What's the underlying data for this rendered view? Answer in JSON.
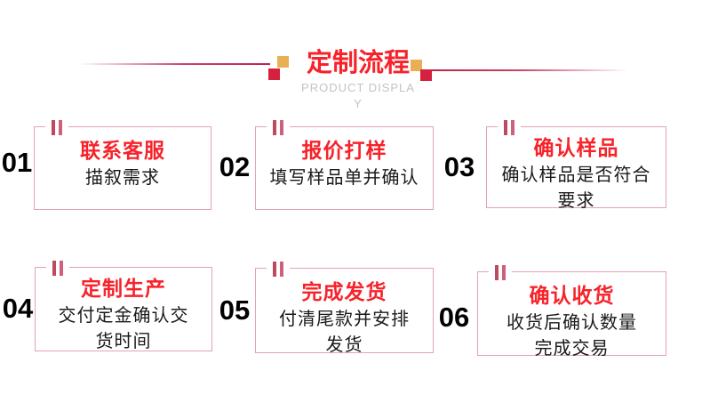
{
  "header": {
    "title": "定制流程",
    "subtitle_lines": [
      "PRODUCT DISPLA",
      "Y"
    ]
  },
  "steps": [
    {
      "number": "01",
      "title": "联系客服",
      "desc_lines": [
        "描叙需求"
      ]
    },
    {
      "number": "02",
      "title": "报价打样",
      "desc_lines": [
        "填写样品单并确认"
      ]
    },
    {
      "number": "03",
      "title": "确认样品",
      "desc_lines": [
        "确认样品是否符合",
        "要求"
      ]
    },
    {
      "number": "04",
      "title": "定制生产",
      "desc_lines": [
        "交付定金确认交",
        "货时间"
      ]
    },
    {
      "number": "05",
      "title": "完成发货",
      "desc_lines": [
        "付清尾款并安排",
        "发货"
      ]
    },
    {
      "number": "06",
      "title": "确认收货",
      "desc_lines": [
        "收货后确认数量",
        "完成交易"
      ]
    }
  ],
  "colors": {
    "accent_red": "#f7222a",
    "line_crimson": "#c1244a",
    "square_orange": "#eaaf55",
    "square_crimson": "#d6203f",
    "box_border_pink": "#e2a3b1",
    "bar_dark": "#bf4a60",
    "bar_light": "#ce607a",
    "subtitle_gray": "#c6c2c6",
    "body_text": "#1a1a1a"
  }
}
